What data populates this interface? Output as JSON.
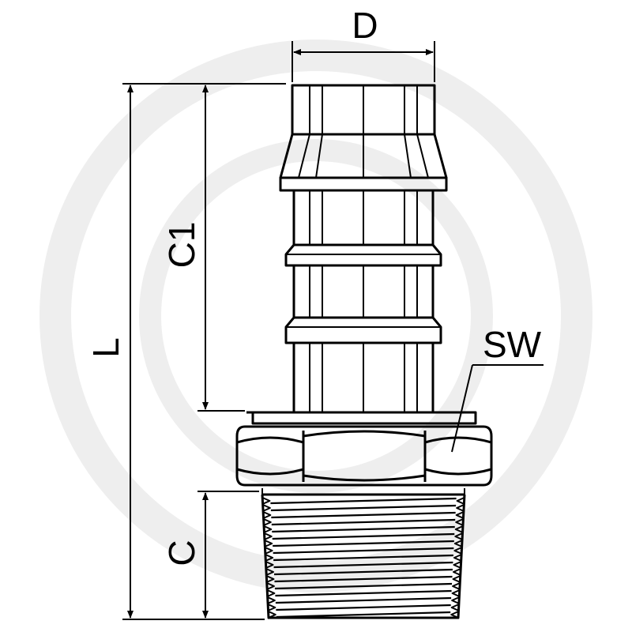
{
  "diagram": {
    "labels": {
      "diameter": "D",
      "total_length": "L",
      "barb_length": "C1",
      "thread_length": "C",
      "wrench_size": "SW"
    },
    "colors": {
      "line": "#000000",
      "background": "#ffffff",
      "watermark": "#eeeeee"
    }
  }
}
